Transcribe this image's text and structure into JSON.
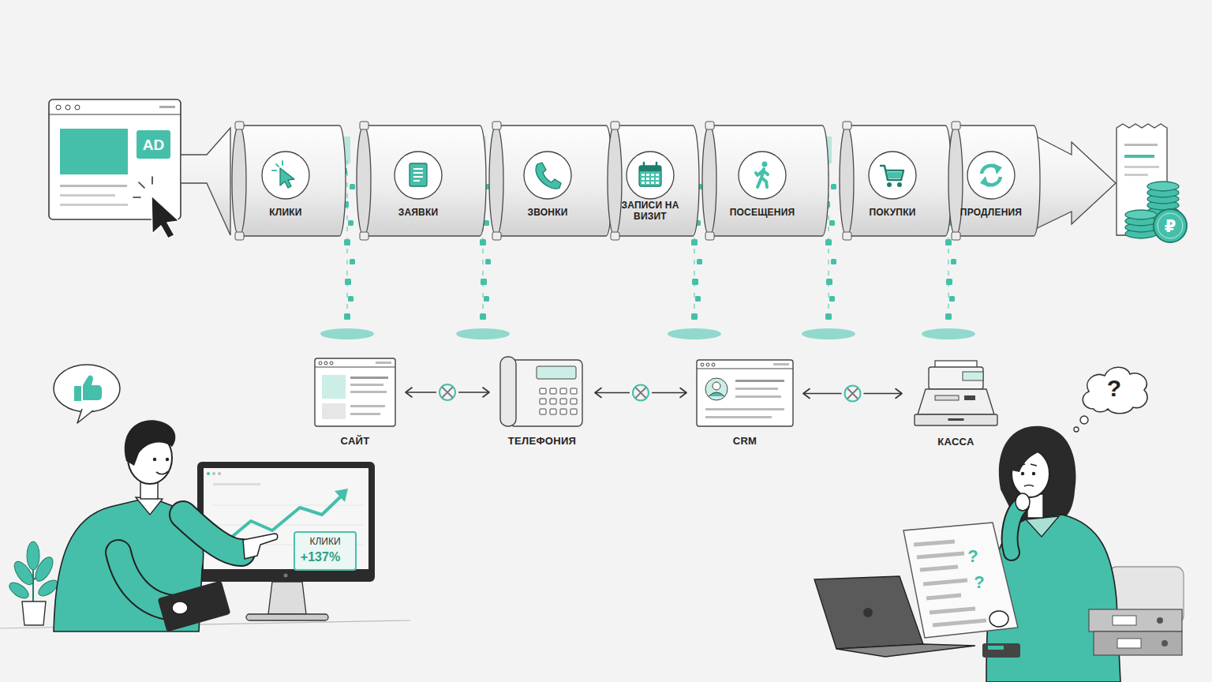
{
  "diagram": {
    "nodes": [
      {
        "text": [
          "AD"
        ]
      },
      {
        "text": [
          "КЛИКИ"
        ]
      },
      {
        "text": [
          "ЗАЯВКИ"
        ]
      },
      {
        "text": [
          "ЗВОНКИ"
        ]
      },
      {
        "text": [
          "ЗАПИСИ НА ВИЗИТ"
        ]
      },
      {
        "text": [
          "ПОСЕЩЕНИЯ"
        ]
      },
      {
        "text": [
          "ПОКУПКИ"
        ]
      },
      {
        "text": [
          "ПРОДЛЕНИЯ"
        ]
      },
      {
        "text": [
          "САЙТ"
        ]
      },
      {
        "text": [
          "ТЕЛЕФОНИЯ"
        ]
      },
      {
        "text": [
          "CRM"
        ]
      },
      {
        "text": [
          "КАССА"
        ]
      },
      {
        "text": [
          "КЛИКИ",
          "+137%"
        ]
      },
      {
        "text": [
          "?"
        ]
      }
    ],
    "edges": [
      {
        "from": 8,
        "to": 9,
        "arrow": "both"
      },
      {
        "from": 9,
        "to": 10,
        "arrow": "both"
      },
      {
        "from": 10,
        "to": 11,
        "arrow": "both"
      }
    ],
    "labels": [
      "₽",
      "?",
      "?"
    ]
  }
}
